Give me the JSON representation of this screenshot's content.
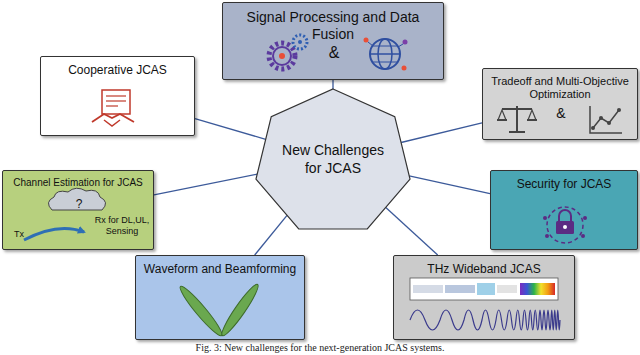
{
  "diagram": {
    "caption": "Fig. 3: New challenges for the next-generation JCAS systems.",
    "nodes": [
      {
        "text": [
          "Signal Processing and Data Fusion",
          "&"
        ]
      },
      {
        "text": [
          "Cooperative JCAS"
        ]
      },
      {
        "text": [
          "Tradeoff and Multi-Objective Optimization",
          "&"
        ]
      },
      {
        "text": [
          "New Challenges for JCAS"
        ]
      },
      {
        "text": [
          "Channel Estimation for JCAS",
          "?",
          "Tx",
          "Rx for DL,UL, Sensing"
        ]
      },
      {
        "text": [
          "Security for JCAS"
        ]
      },
      {
        "text": [
          "Waveform and Beamforming"
        ]
      },
      {
        "text": [
          "THz Wideband JCAS"
        ]
      }
    ],
    "edges": [
      {
        "from": 3,
        "to": 0,
        "arrow": "none"
      },
      {
        "from": 3,
        "to": 1,
        "arrow": "none"
      },
      {
        "from": 3,
        "to": 2,
        "arrow": "none"
      },
      {
        "from": 3,
        "to": 4,
        "arrow": "none"
      },
      {
        "from": 3,
        "to": 5,
        "arrow": "none"
      },
      {
        "from": 3,
        "to": 6,
        "arrow": "none"
      },
      {
        "from": 3,
        "to": 7,
        "arrow": "none"
      }
    ]
  }
}
